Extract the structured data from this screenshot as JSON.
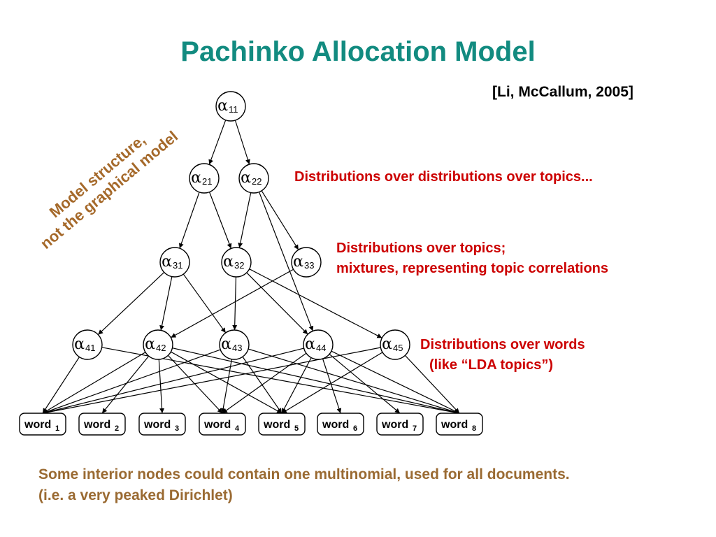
{
  "title": "Pachinko Allocation Model",
  "citation": "[Li, McCallum, 2005]",
  "side_note": {
    "line1": "Model structure,",
    "line2": "not the graphical model"
  },
  "annotations": {
    "level2": "Distributions over distributions over topics...",
    "level3_line1": "Distributions over topics;",
    "level3_line2": "mixtures, representing topic correlations",
    "level4_line1": "Distributions over words",
    "level4_line2": "(like “LDA topics”)"
  },
  "footer": {
    "line1": "Some interior nodes could contain one multinomial, used for all documents.",
    "line2": "(i.e. a very peaked Dirichlet)"
  },
  "colors": {
    "title": "#128b80",
    "annotation": "#cc0000",
    "side_note": "#a5692a",
    "footer": "#9a6a32"
  },
  "graph": {
    "nodes": [
      {
        "id": "a11",
        "symbol": "α",
        "sub": "11"
      },
      {
        "id": "a21",
        "symbol": "α",
        "sub": "21"
      },
      {
        "id": "a22",
        "symbol": "α",
        "sub": "22"
      },
      {
        "id": "a31",
        "symbol": "α",
        "sub": "31"
      },
      {
        "id": "a32",
        "symbol": "α",
        "sub": "32"
      },
      {
        "id": "a33",
        "symbol": "α",
        "sub": "33"
      },
      {
        "id": "a41",
        "symbol": "α",
        "sub": "41"
      },
      {
        "id": "a42",
        "symbol": "α",
        "sub": "42"
      },
      {
        "id": "a43",
        "symbol": "α",
        "sub": "43"
      },
      {
        "id": "a44",
        "symbol": "α",
        "sub": "44"
      },
      {
        "id": "a45",
        "symbol": "α",
        "sub": "45"
      }
    ],
    "words": [
      {
        "id": "w1",
        "text": "word",
        "sub": "1"
      },
      {
        "id": "w2",
        "text": "word",
        "sub": "2"
      },
      {
        "id": "w3",
        "text": "word",
        "sub": "3"
      },
      {
        "id": "w4",
        "text": "word",
        "sub": "4"
      },
      {
        "id": "w5",
        "text": "word",
        "sub": "5"
      },
      {
        "id": "w6",
        "text": "word",
        "sub": "6"
      },
      {
        "id": "w7",
        "text": "word",
        "sub": "7"
      },
      {
        "id": "w8",
        "text": "word",
        "sub": "8"
      }
    ],
    "edges": [
      [
        "a11",
        "a21"
      ],
      [
        "a11",
        "a22"
      ],
      [
        "a21",
        "a31"
      ],
      [
        "a21",
        "a32"
      ],
      [
        "a22",
        "a32"
      ],
      [
        "a22",
        "a33"
      ],
      [
        "a22",
        "a44"
      ],
      [
        "a31",
        "a41"
      ],
      [
        "a31",
        "a42"
      ],
      [
        "a31",
        "a43"
      ],
      [
        "a32",
        "a43"
      ],
      [
        "a32",
        "a44"
      ],
      [
        "a32",
        "a45"
      ],
      [
        "a33",
        "a42"
      ],
      [
        "a41",
        "w1"
      ],
      [
        "a41",
        "w8"
      ],
      [
        "a42",
        "w1"
      ],
      [
        "a42",
        "w2"
      ],
      [
        "a42",
        "w3"
      ],
      [
        "a42",
        "w4"
      ],
      [
        "a42",
        "w5"
      ],
      [
        "a42",
        "w8"
      ],
      [
        "a43",
        "w1"
      ],
      [
        "a43",
        "w4"
      ],
      [
        "a43",
        "w5"
      ],
      [
        "a43",
        "w8"
      ],
      [
        "a44",
        "w1"
      ],
      [
        "a44",
        "w4"
      ],
      [
        "a44",
        "w5"
      ],
      [
        "a44",
        "w6"
      ],
      [
        "a44",
        "w7"
      ],
      [
        "a44",
        "w8"
      ],
      [
        "a45",
        "w1"
      ],
      [
        "a45",
        "w5"
      ],
      [
        "a45",
        "w8"
      ]
    ]
  }
}
